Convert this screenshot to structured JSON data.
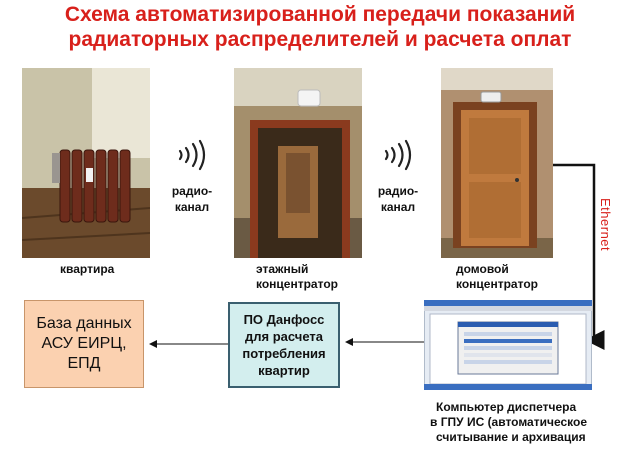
{
  "title": {
    "line1": "Схема автоматизированной передачи показаний",
    "line2": "радиаторных распределителей и расчета оплат"
  },
  "nodes": {
    "apartment": {
      "label": "квартира"
    },
    "floor_concentrator": {
      "label_line1": "этажный",
      "label_line2": "концентратор"
    },
    "house_concentrator": {
      "label_line1": "домовой",
      "label_line2": "концентратор"
    }
  },
  "links": {
    "radio1": {
      "line1": "радио-",
      "line2": "канал"
    },
    "radio2": {
      "line1": "радио-",
      "line2": "канал"
    },
    "ethernet": "Ethernet"
  },
  "boxes": {
    "database": {
      "line1": "База данных",
      "line2": "АСУ ЕИРЦ,",
      "line3": "ЕПД"
    },
    "software": {
      "line1": "ПО Данфосс",
      "line2": "для расчета",
      "line3": "потребления",
      "line4": "квартир"
    }
  },
  "dispatcher": {
    "line1": "Компьютер диспетчера",
    "line2": "в ГПУ ИС (автоматическое",
    "line3": "считывание и архивация"
  },
  "colors": {
    "title": "#d8201b",
    "database_fill": "#fbd1b0",
    "software_fill": "#d3eeee",
    "ethernet": "#d8201b"
  }
}
